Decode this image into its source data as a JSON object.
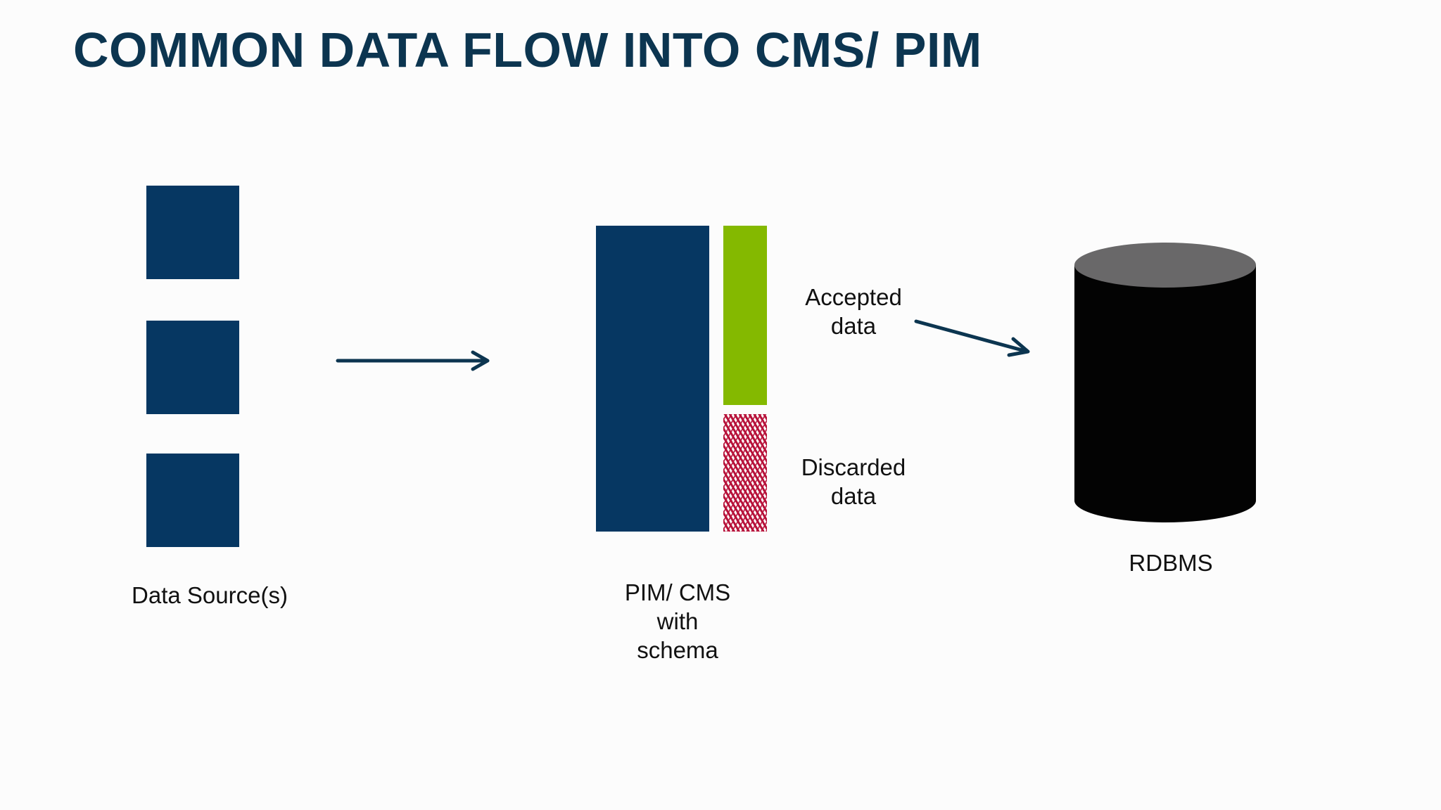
{
  "title": "COMMON DATA FLOW INTO CMS/ PIM",
  "data_sources": {
    "label": "Data Source(s)",
    "boxes": [
      "source-1",
      "source-2",
      "source-3"
    ],
    "color": "#063762"
  },
  "pim": {
    "label_lines": [
      "PIM/ CMS",
      "with",
      "schema"
    ],
    "main_color": "#063762"
  },
  "accepted": {
    "label_lines": [
      "Accepted",
      "data"
    ],
    "color": "#84b900"
  },
  "discarded": {
    "label_lines": [
      "Discarded",
      "data"
    ],
    "color": "#b7123a"
  },
  "rdbms": {
    "label": "RDBMS",
    "body_color": "#030303",
    "top_color": "#696869"
  },
  "arrow_color": "#0c3550",
  "title_color": "#0c3550",
  "icons": [
    "arrow-right-icon",
    "arrow-down-right-icon",
    "database-cylinder-icon"
  ]
}
